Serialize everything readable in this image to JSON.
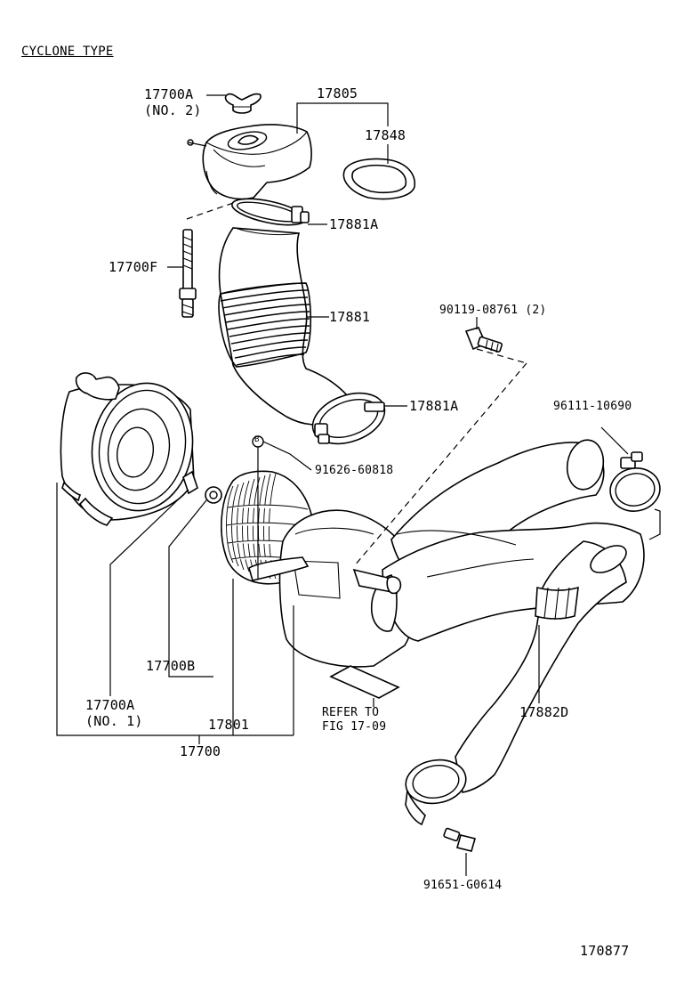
{
  "diagram": {
    "title": "CYCLONE TYPE",
    "figure_number": "170877",
    "labels": {
      "p17700A_no2_num": "17700A",
      "p17700A_no2_sub": "(NO. 2)",
      "p17805": "17805",
      "p17848": "17848",
      "p17881A_top": "17881A",
      "p17700F": "17700F",
      "p17881": "17881",
      "p90119": "90119-08761 (2)",
      "p17881A_bottom": "17881A",
      "p96111": "96111-10690",
      "p91626": "91626-60818",
      "p17700B": "17700B",
      "p17882D": "17882D",
      "p17700A_no1_num": "17700A",
      "p17700A_no1_sub": "(NO. 1)",
      "p17801": "17801",
      "p17700": "17700",
      "refer_line1": "REFER TO",
      "refer_line2": "FIG 17-09",
      "p91651": "91651-G0614",
      "badge_b": "B"
    }
  }
}
